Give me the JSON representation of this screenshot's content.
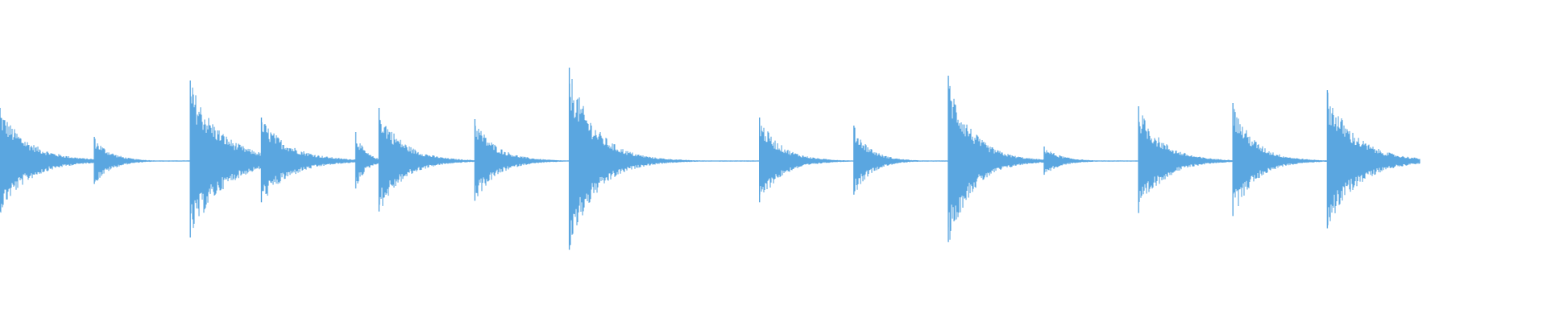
{
  "waveform": {
    "color": "#5aa6e0",
    "background": "#ffffff",
    "duration": 1.0,
    "end": 0.918,
    "hits": [
      {
        "t": 0.0,
        "amp": 0.33,
        "decay": 0.06
      },
      {
        "t": 0.061,
        "amp": 0.15,
        "decay": 0.035
      },
      {
        "t": 0.123,
        "amp": 0.5,
        "decay": 0.065
      },
      {
        "t": 0.169,
        "amp": 0.27,
        "decay": 0.06
      },
      {
        "t": 0.23,
        "amp": 0.18,
        "decay": 0.02
      },
      {
        "t": 0.245,
        "amp": 0.33,
        "decay": 0.05
      },
      {
        "t": 0.307,
        "amp": 0.26,
        "decay": 0.045
      },
      {
        "t": 0.368,
        "amp": 0.58,
        "decay": 0.055
      },
      {
        "t": 0.491,
        "amp": 0.27,
        "decay": 0.045
      },
      {
        "t": 0.552,
        "amp": 0.22,
        "decay": 0.035
      },
      {
        "t": 0.613,
        "amp": 0.53,
        "decay": 0.05
      },
      {
        "t": 0.675,
        "amp": 0.09,
        "decay": 0.035
      },
      {
        "t": 0.736,
        "amp": 0.34,
        "decay": 0.05
      },
      {
        "t": 0.797,
        "amp": 0.36,
        "decay": 0.045
      },
      {
        "t": 0.858,
        "amp": 0.44,
        "decay": 0.06
      }
    ]
  }
}
